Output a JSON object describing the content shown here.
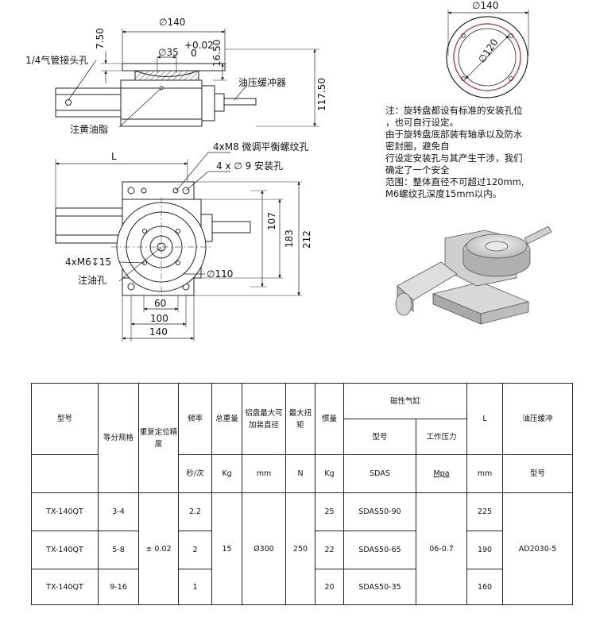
{
  "drawing": {
    "top_view": {
      "dia_140": "∅140",
      "dia_35": "∅35",
      "tol_upper": "+0.02",
      "tol_lower": "0",
      "dim_7_50": "7.50",
      "dim_16_50": "16.50",
      "dim_117_50": "117.50",
      "label_air_port": "1/4气管接头孔",
      "label_shock_absorber": "油压缓冲器",
      "label_grease": "注黄油脂"
    },
    "plate_view": {
      "dia_140": "∅140",
      "dia_120": "∅120"
    },
    "plan_view": {
      "dim_L": "L",
      "label_m8": "4xM8 微调平衡螺纹孔",
      "label_holes": "4 x ∅ 9 安装孔",
      "dim_107": "107",
      "dim_183": "183",
      "dim_212": "212",
      "label_m6": "4xM6↧15",
      "label_oil": "注油孔",
      "dia_110": "∅110",
      "dim_60": "60",
      "dim_100": "100",
      "dim_140": "140"
    }
  },
  "notes": [
    "注：旋转盘都设有标准的安装孔位",
    "，也可自行设定。",
    "由于旋转盘底部装有轴承以及防水",
    "密封圈，避免自",
    "行设定安装孔与其产生干涉，我们",
    "确定了一个安全",
    "范围：整体直径不可超过120mm,",
    "M6螺纹孔深度15mm以内。"
  ],
  "table": {
    "headers": {
      "model": "型号",
      "division": "等分规格",
      "accuracy": "重复定位精度",
      "frequency": "频率",
      "weight": "总重量",
      "disc": "铝盘最大可加装直径",
      "torque": "最大扭矩",
      "inertia": "惯量",
      "cylinder": "磁性气缸",
      "cyl_model": "型号",
      "cyl_pressure": "工作压力",
      "L": "L",
      "absorber": "油压缓冲",
      "absorber_model": "型号"
    },
    "units": {
      "frequency": "秒/次",
      "weight": "Kg",
      "disc": "mm",
      "torque": "N",
      "inertia": "Kg",
      "cyl_model": "SDAS",
      "cyl_pressure": "Mpa",
      "L": "mm"
    },
    "rows": [
      {
        "model": "TX-140QT",
        "division": "3-4",
        "frequency": "2.2",
        "inertia": "25",
        "cyl_model": "SDAS50-90",
        "L": "225"
      },
      {
        "model": "TX-140QT",
        "division": "5-8",
        "frequency": "2",
        "inertia": "22",
        "cyl_model": "SDAS50-65",
        "L": "190"
      },
      {
        "model": "TX-140QT",
        "division": "9-16",
        "frequency": "1",
        "inertia": "20",
        "cyl_model": "SDAS50-35",
        "L": "160"
      }
    ],
    "merged": {
      "accuracy": "± 0.02",
      "weight": "15",
      "disc": "Ø300",
      "torque": "250",
      "pressure": "06-0.7",
      "absorber": "AD2030-5"
    }
  }
}
